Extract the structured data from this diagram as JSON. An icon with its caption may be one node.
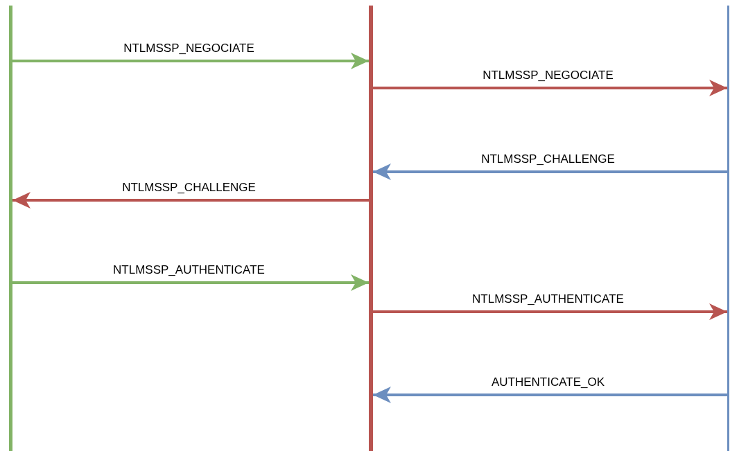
{
  "diagram": {
    "nodes": [
      {
        "text": [],
        "shape": "bar"
      },
      {
        "text": [],
        "shape": "bar"
      },
      {
        "text": [],
        "shape": "bar"
      }
    ],
    "edges": [
      {
        "from": 0,
        "to": 1,
        "arrow": "to",
        "label": "NTLMSSP_NEGOCIATE",
        "color": "#82b366"
      },
      {
        "from": 1,
        "to": 2,
        "arrow": "to",
        "label": "NTLMSSP_NEGOCIATE"
      },
      {
        "from": 2,
        "to": 1,
        "arrow": "to",
        "label": "NTLMSSP_CHALLENGE",
        "color": "#6c8ebf"
      },
      {
        "from": 1,
        "to": 0,
        "arrow": "to",
        "label": "NTLMSSP_CHALLENGE"
      },
      {
        "from": 0,
        "to": 1,
        "arrow": "to",
        "label": "NTLMSSP_AUTHENTICATE",
        "color": "#82b366"
      },
      {
        "from": 1,
        "to": 2,
        "arrow": "to",
        "label": "NTLMSSP_AUTHENTICATE"
      },
      {
        "from": 2,
        "to": 1,
        "arrow": "to",
        "label": "AUTHENTICATE_OK",
        "color": "#6c8ebf"
      }
    ]
  }
}
